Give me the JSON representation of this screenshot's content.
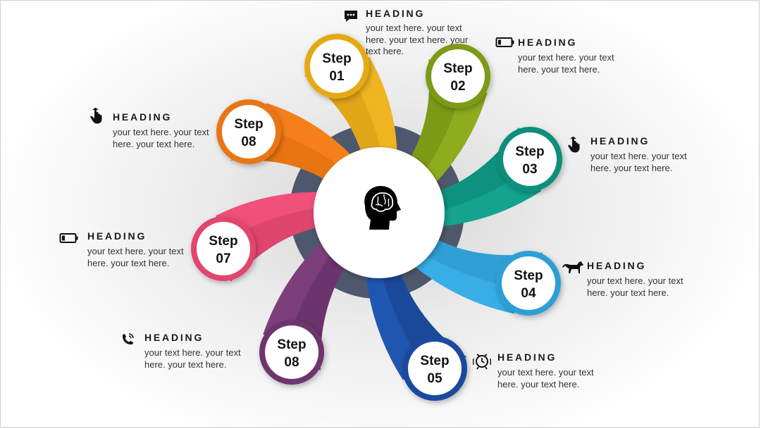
{
  "steps": [
    {
      "word": "Step",
      "number": "01",
      "color": "#f0b420",
      "dark": "#d49a12",
      "ring": "#e6a915"
    },
    {
      "word": "Step",
      "number": "02",
      "color": "#8fac1e",
      "dark": "#6f8a10",
      "ring": "#7d9a16"
    },
    {
      "word": "Step",
      "number": "03",
      "color": "#13a38f",
      "dark": "#0b8573",
      "ring": "#0f8f7c"
    },
    {
      "word": "Step",
      "number": "04",
      "color": "#38ade6",
      "dark": "#2a93c8",
      "ring": "#2e9ed6"
    },
    {
      "word": "Step",
      "number": "05",
      "color": "#1f56b0",
      "dark": "#173f88",
      "ring": "#1b4aa0"
    },
    {
      "word": "Step",
      "number": "08",
      "color": "#7c3f7c",
      "dark": "#5e2c5e",
      "ring": "#6d366d"
    },
    {
      "word": "Step",
      "number": "07",
      "color": "#f0507a",
      "dark": "#d23d63",
      "ring": "#e2456d"
    },
    {
      "word": "Step",
      "number": "08",
      "color": "#f5801a",
      "dark": "#dd6a0c",
      "ring": "#e87612"
    }
  ],
  "center": {
    "icon": "brain-head-icon",
    "ring_color": "#4e586c"
  },
  "callouts": [
    {
      "heading": "HEADING",
      "text": "your text here. your text here. your text here. your text here.",
      "icon": "chat-icon"
    },
    {
      "heading": "HEADING",
      "text": "your text here. your text here. your text here.",
      "icon": "battery-icon"
    },
    {
      "heading": "HEADING",
      "text": "your text here. your text here. your text here.",
      "icon": "pointer-hand-icon"
    },
    {
      "heading": "HEADING",
      "text": "your text here. your text here. your text here.",
      "icon": "horse-icon"
    },
    {
      "heading": "HEADING",
      "text": "your text here. your text here. your text here.",
      "icon": "alarm-clock-icon"
    },
    {
      "heading": "HEADING",
      "text": "your text here. your text here. your text here.",
      "icon": "phone-icon"
    },
    {
      "heading": "HEADING",
      "text": "your text here. your text here. your text here.",
      "icon": "battery-icon"
    },
    {
      "heading": "HEADING",
      "text": "your text here. your text here. your text here.",
      "icon": "pointer-hand-icon"
    }
  ]
}
